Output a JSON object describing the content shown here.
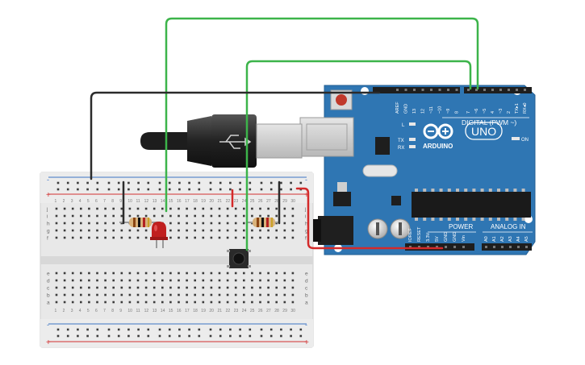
{
  "arduino": {
    "brand": "ARDUINO",
    "model": "UNO",
    "digital_label": "DIGITAL (PWM ~)",
    "power_label": "POWER",
    "analog_label": "ANALOG IN",
    "on_label": "ON",
    "l_label": "L",
    "tx_label": "TX",
    "rx_label": "RX",
    "digital_pins": [
      "AREF",
      "GND",
      "13",
      "12",
      "~11",
      "~10",
      "~9",
      "8",
      "7",
      "~6",
      "~5",
      "4",
      "~3",
      "2",
      "TX▸1",
      "RX◂0"
    ],
    "power_pins": [
      "IOREF",
      "RESET",
      "3.3V",
      "5V",
      "GND",
      "GND",
      "Vin"
    ],
    "analog_pins": [
      "A0",
      "A1",
      "A2",
      "A3",
      "A4",
      "A5"
    ]
  },
  "breadboard": {
    "row_letters_top": [
      "j",
      "i",
      "h",
      "g",
      "f"
    ],
    "row_letters_bottom": [
      "e",
      "d",
      "c",
      "b",
      "a"
    ],
    "columns": 30,
    "plus": "+",
    "minus": "-"
  },
  "colors": {
    "board": "#2f76b3",
    "wire_green": "#3cb44a",
    "wire_black": "#2b2b2b",
    "wire_red": "#d42a2a",
    "led": "#c01f1f"
  }
}
